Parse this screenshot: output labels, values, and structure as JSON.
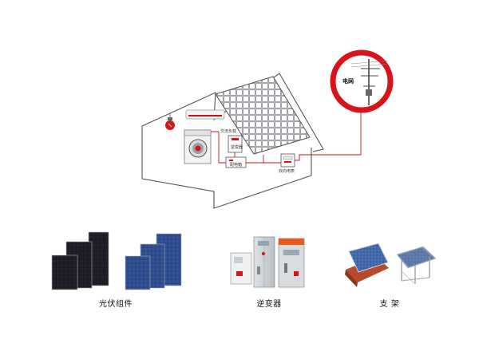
{
  "grid_label": "电网",
  "house_labels": {
    "ac_load": "交流负载",
    "inverter": "逆变器",
    "distribution_box": "配电箱",
    "bidirectional_meter": "双向电表"
  },
  "products": [
    {
      "label": "光伏组件"
    },
    {
      "label": "逆变器"
    },
    {
      "label": "支 架"
    }
  ],
  "colors": {
    "accent_red": "#d8141b",
    "wire_red": "#c8121a",
    "panel_dark": "#1a1a22",
    "panel_blue": "#2c4a8c",
    "house_outline": "#555555"
  }
}
